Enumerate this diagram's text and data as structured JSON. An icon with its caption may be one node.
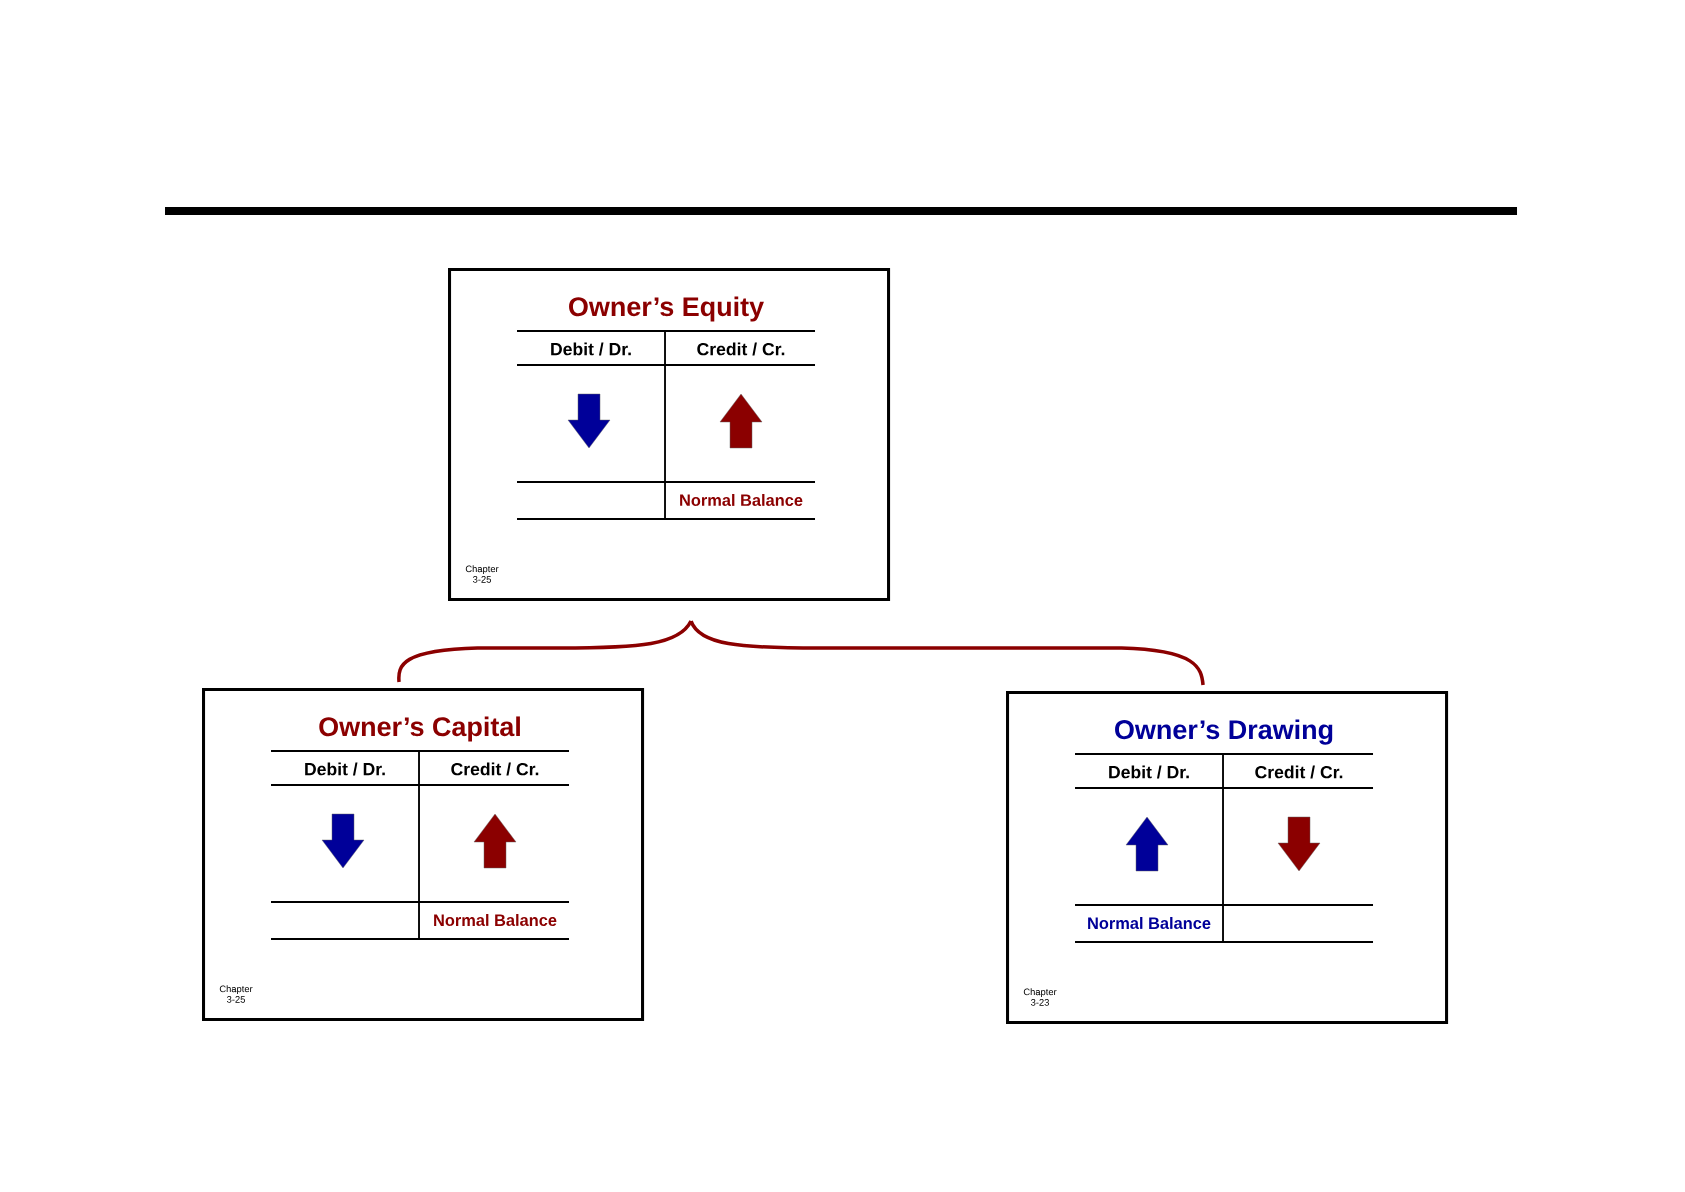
{
  "diagram": {
    "nodes": [
      {
        "text": [
          "Owner’s Equity",
          "Debit / Dr.",
          "Credit / Cr.",
          "Normal Balance",
          "Chapter 3-25"
        ]
      },
      {
        "text": [
          "Owner’s Capital",
          "Debit / Dr.",
          "Credit / Cr.",
          "Normal Balance",
          "Chapter 3-25"
        ]
      },
      {
        "text": [
          "Owner’s Drawing",
          "Debit / Dr.",
          "Credit / Cr.",
          "Normal Balance",
          "Chapter 3-23"
        ]
      }
    ],
    "edges": [
      {
        "from": 0,
        "to": 1,
        "arrow": "none"
      },
      {
        "from": 0,
        "to": 2,
        "arrow": "none"
      }
    ]
  }
}
